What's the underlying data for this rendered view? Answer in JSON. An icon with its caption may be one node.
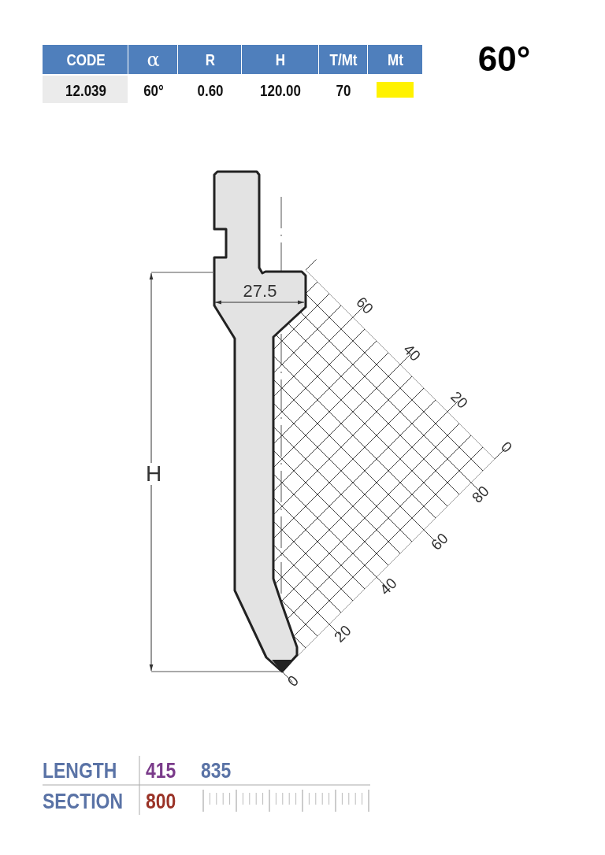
{
  "diagram": {
    "title": "60°",
    "labels": [
      "CODE",
      "α",
      "R",
      "H",
      "T/Mt",
      "Mt",
      "12.039",
      "60°",
      "0.60",
      "120.00",
      "70",
      "27.5",
      "60",
      "40",
      "20",
      "0",
      "H",
      "80",
      "60",
      "40",
      "20",
      "0",
      "LENGTH",
      "415",
      "835",
      "SECTION",
      "800"
    ]
  }
}
